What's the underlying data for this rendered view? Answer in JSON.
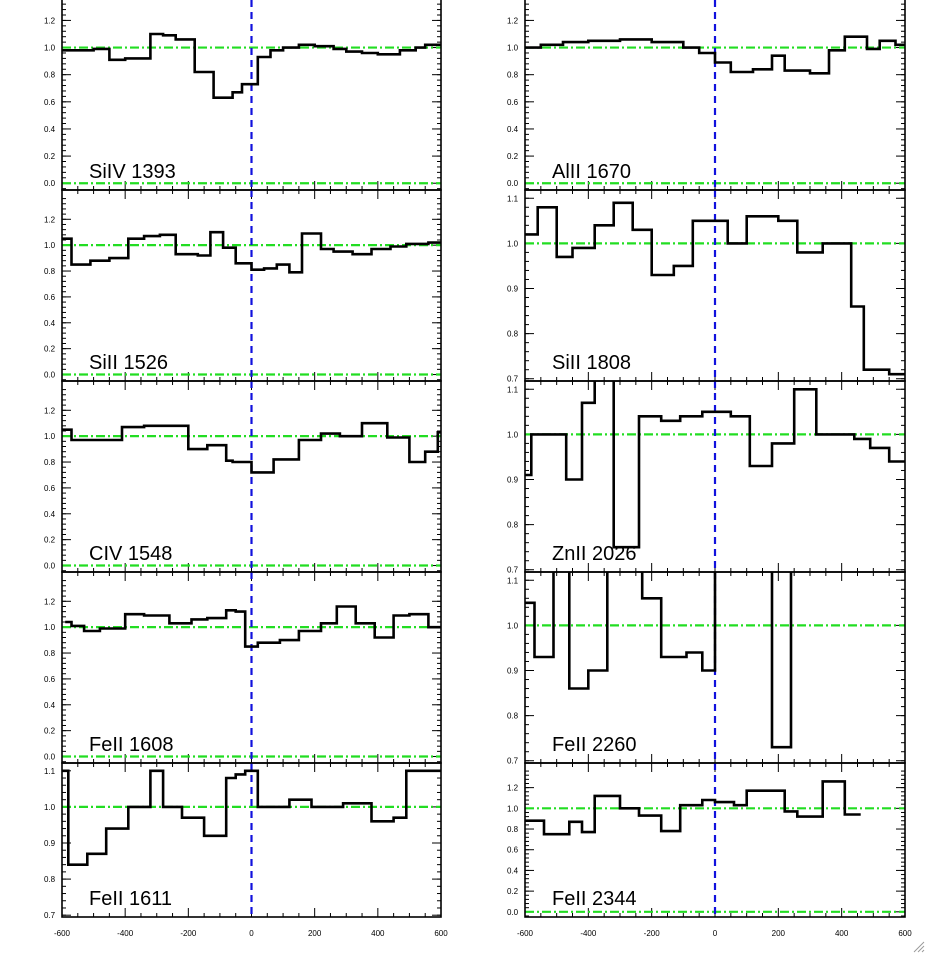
{
  "x_ticks": [
    -600,
    -400,
    -200,
    0,
    200,
    400,
    600
  ],
  "chart_data": [
    {
      "type": "line",
      "column": "left",
      "row": 0,
      "label": "SiIV 1393",
      "xlim": [
        -600,
        600
      ],
      "ylim": [
        -0.05,
        1.38
      ],
      "y_ticks": [
        0.0,
        0.2,
        0.4,
        0.6,
        0.8,
        1.0,
        1.2
      ],
      "reference_lines": {
        "horizontal": [
          1.0,
          0.0
        ],
        "vertical": [
          0
        ]
      },
      "series": [
        {
          "step_x": [
            -600,
            -500,
            -450,
            -400,
            -320,
            -280,
            -240,
            -180,
            -120,
            -60,
            -30,
            20,
            60,
            100,
            150,
            200,
            260,
            300,
            350,
            400,
            470,
            520,
            550,
            600
          ],
          "step_y": [
            0.98,
            0.99,
            0.91,
            0.92,
            1.1,
            1.09,
            1.06,
            0.82,
            0.63,
            0.67,
            0.73,
            0.93,
            0.98,
            1.0,
            1.02,
            1.01,
            0.99,
            0.97,
            0.96,
            0.95,
            0.98,
            1.0,
            1.02
          ]
        }
      ]
    },
    {
      "type": "line",
      "column": "left",
      "row": 1,
      "label": "SiII 1526",
      "xlim": [
        -600,
        600
      ],
      "ylim": [
        -0.05,
        1.38
      ],
      "y_ticks": [
        0.0,
        0.2,
        0.4,
        0.6,
        0.8,
        1.0,
        1.2
      ],
      "reference_lines": {
        "horizontal": [
          1.0,
          0.0
        ],
        "vertical": [
          0
        ]
      },
      "series": [
        {
          "step_x": [
            -600,
            -570,
            -510,
            -450,
            -390,
            -340,
            -290,
            -240,
            -170,
            -130,
            -90,
            -50,
            0,
            40,
            80,
            120,
            160,
            220,
            260,
            320,
            380,
            440,
            490,
            560,
            600
          ],
          "step_y": [
            1.05,
            0.85,
            0.88,
            0.9,
            1.05,
            1.07,
            1.08,
            0.93,
            0.92,
            1.1,
            0.98,
            0.86,
            0.81,
            0.82,
            0.85,
            0.79,
            1.09,
            0.97,
            0.95,
            0.93,
            0.97,
            0.99,
            1.01,
            1.02
          ]
        }
      ]
    },
    {
      "type": "line",
      "column": "left",
      "row": 2,
      "label": "CIV 1548",
      "xlim": [
        -600,
        600
      ],
      "ylim": [
        -0.05,
        1.38
      ],
      "y_ticks": [
        0.0,
        0.2,
        0.4,
        0.6,
        0.8,
        1.0,
        1.2
      ],
      "reference_lines": {
        "horizontal": [
          1.0,
          0.0
        ],
        "vertical": [
          0
        ]
      },
      "series": [
        {
          "step_x": [
            -600,
            -570,
            -450,
            -410,
            -340,
            -270,
            -200,
            -140,
            -80,
            -60,
            0,
            70,
            150,
            220,
            280,
            350,
            430,
            500,
            550,
            590,
            600
          ],
          "step_y": [
            1.05,
            0.97,
            0.97,
            1.07,
            1.08,
            1.08,
            0.9,
            0.93,
            0.81,
            0.8,
            0.72,
            0.82,
            0.97,
            1.02,
            1.0,
            1.1,
            0.99,
            0.8,
            0.88,
            1.03
          ]
        }
      ]
    },
    {
      "type": "line",
      "column": "left",
      "row": 3,
      "label": "FeII 1608",
      "xlim": [
        -600,
        600
      ],
      "ylim": [
        -0.05,
        1.38
      ],
      "y_ticks": [
        0.0,
        0.2,
        0.4,
        0.6,
        0.8,
        1.0,
        1.2
      ],
      "reference_lines": {
        "horizontal": [
          1.0,
          0.0
        ],
        "vertical": [
          0
        ]
      },
      "series": [
        {
          "step_x": [
            -590,
            -570,
            -530,
            -480,
            -400,
            -340,
            -260,
            -190,
            -140,
            -80,
            -50,
            -20,
            20,
            90,
            150,
            220,
            270,
            330,
            390,
            450,
            500,
            560,
            600
          ],
          "step_y": [
            1.04,
            1.01,
            0.97,
            0.99,
            1.1,
            1.09,
            1.03,
            1.06,
            1.07,
            1.13,
            1.12,
            0.85,
            0.88,
            0.9,
            0.97,
            1.03,
            1.16,
            1.03,
            0.92,
            1.09,
            1.1,
            1.0
          ]
        }
      ]
    },
    {
      "type": "line",
      "column": "left",
      "row": 4,
      "label": "FeII 1611",
      "xlim": [
        -600,
        600
      ],
      "ylim": [
        0.695,
        1.105
      ],
      "y_ticks": [
        0.7,
        0.8,
        0.9,
        1.0,
        1.1
      ],
      "reference_lines": {
        "horizontal": [
          1.0
        ],
        "vertical": [
          0
        ]
      },
      "series": [
        {
          "step_x": [
            -600,
            -580,
            -520,
            -460,
            -390,
            -320,
            -280,
            -220,
            -150,
            -80,
            -50,
            -20,
            0,
            20,
            70,
            120,
            190,
            290,
            380,
            450,
            490,
            550,
            600
          ],
          "step_y": [
            1.1,
            0.84,
            0.87,
            0.94,
            1.0,
            1.1,
            1.0,
            0.97,
            0.92,
            1.08,
            1.09,
            1.1,
            1.1,
            1.0,
            1.0,
            1.02,
            1.0,
            1.01,
            0.96,
            0.97,
            1.1,
            1.1
          ]
        }
      ]
    },
    {
      "type": "line",
      "column": "right",
      "row": 0,
      "label": "AlII 1670",
      "xlim": [
        -600,
        600
      ],
      "ylim": [
        -0.05,
        1.38
      ],
      "y_ticks": [
        0.0,
        0.2,
        0.4,
        0.6,
        0.8,
        1.0,
        1.2
      ],
      "reference_lines": {
        "horizontal": [
          1.0,
          0.0
        ],
        "vertical": [
          0
        ]
      },
      "series": [
        {
          "step_x": [
            -600,
            -550,
            -480,
            -400,
            -300,
            -200,
            -100,
            -50,
            0,
            50,
            120,
            180,
            220,
            300,
            360,
            410,
            480,
            520,
            570,
            600
          ],
          "step_y": [
            1.0,
            1.02,
            1.04,
            1.05,
            1.06,
            1.04,
            1.0,
            0.96,
            0.89,
            0.82,
            0.84,
            0.94,
            0.83,
            0.81,
            0.98,
            1.08,
            0.99,
            1.05,
            1.02
          ]
        }
      ]
    },
    {
      "type": "line",
      "column": "right",
      "row": 1,
      "label": "SiII 1808",
      "xlim": [
        -600,
        600
      ],
      "ylim": [
        0.695,
        1.105
      ],
      "y_ticks": [
        0.7,
        0.8,
        0.9,
        1.0,
        1.1
      ],
      "reference_lines": {
        "horizontal": [
          1.0
        ],
        "vertical": [
          0
        ]
      },
      "series": [
        {
          "step_x": [
            -600,
            -560,
            -500,
            -450,
            -380,
            -320,
            -260,
            -200,
            -130,
            -70,
            0,
            40,
            100,
            200,
            260,
            340,
            430,
            470,
            550,
            600
          ],
          "step_y": [
            1.02,
            1.08,
            0.97,
            0.99,
            1.04,
            1.09,
            1.03,
            0.93,
            0.95,
            1.05,
            1.05,
            1.0,
            1.06,
            1.05,
            0.98,
            1.0,
            0.86,
            0.72,
            0.71
          ]
        }
      ]
    },
    {
      "type": "line",
      "column": "right",
      "row": 2,
      "label": "ZnII 2026",
      "xlim": [
        -600,
        600
      ],
      "ylim": [
        0.695,
        1.105
      ],
      "y_ticks": [
        0.7,
        0.8,
        0.9,
        1.0,
        1.1
      ],
      "reference_lines": {
        "horizontal": [
          1.0
        ],
        "vertical": [
          0
        ]
      },
      "series": [
        {
          "step_x": [
            -600,
            -580,
            -520,
            -470,
            -420,
            -380,
            -320,
            -240,
            -170,
            -110,
            -40,
            0,
            50,
            110,
            180,
            250,
            320,
            440,
            490,
            550,
            600
          ],
          "step_y": [
            0.91,
            1.0,
            1.0,
            0.9,
            1.07,
            1.2,
            0.75,
            1.04,
            1.03,
            1.04,
            1.05,
            1.05,
            1.04,
            0.93,
            0.98,
            1.1,
            1.0,
            0.99,
            0.97,
            0.94
          ]
        }
      ]
    },
    {
      "type": "line",
      "column": "right",
      "row": 3,
      "label": "FeII 2260",
      "xlim": [
        -600,
        600
      ],
      "ylim": [
        0.695,
        1.105
      ],
      "y_ticks": [
        0.7,
        0.8,
        0.9,
        1.0,
        1.1
      ],
      "reference_lines": {
        "horizontal": [
          1.0
        ],
        "vertical": [
          0
        ]
      },
      "series": [
        {
          "step_x": [
            -600,
            -570,
            -510,
            -460,
            -400,
            -340,
            -290,
            -230,
            -170,
            -90,
            -40,
            0,
            70,
            180,
            240,
            280
          ],
          "step_y": [
            1.05,
            0.93,
            1.2,
            0.86,
            0.9,
            1.2,
            1.2,
            1.06,
            0.93,
            0.94,
            0.9,
            1.2,
            1.2,
            0.73,
            1.2
          ]
        }
      ]
    },
    {
      "type": "line",
      "column": "right",
      "row": 4,
      "label": "FeII 2344",
      "xlim": [
        -600,
        600
      ],
      "ylim": [
        -0.05,
        1.38
      ],
      "y_ticks": [
        0.0,
        0.2,
        0.4,
        0.6,
        0.8,
        1.0,
        1.2
      ],
      "reference_lines": {
        "horizontal": [
          1.0,
          0.0
        ],
        "vertical": [
          0
        ]
      },
      "series": [
        {
          "step_x": [
            -600,
            -540,
            -460,
            -420,
            -380,
            -300,
            -240,
            -170,
            -110,
            -40,
            0,
            60,
            100,
            220,
            260,
            340,
            410,
            460
          ],
          "step_y": [
            0.88,
            0.75,
            0.87,
            0.77,
            1.12,
            1.0,
            0.93,
            0.78,
            1.03,
            1.08,
            1.06,
            1.03,
            1.17,
            0.97,
            0.92,
            1.26,
            0.94
          ]
        }
      ]
    }
  ]
}
